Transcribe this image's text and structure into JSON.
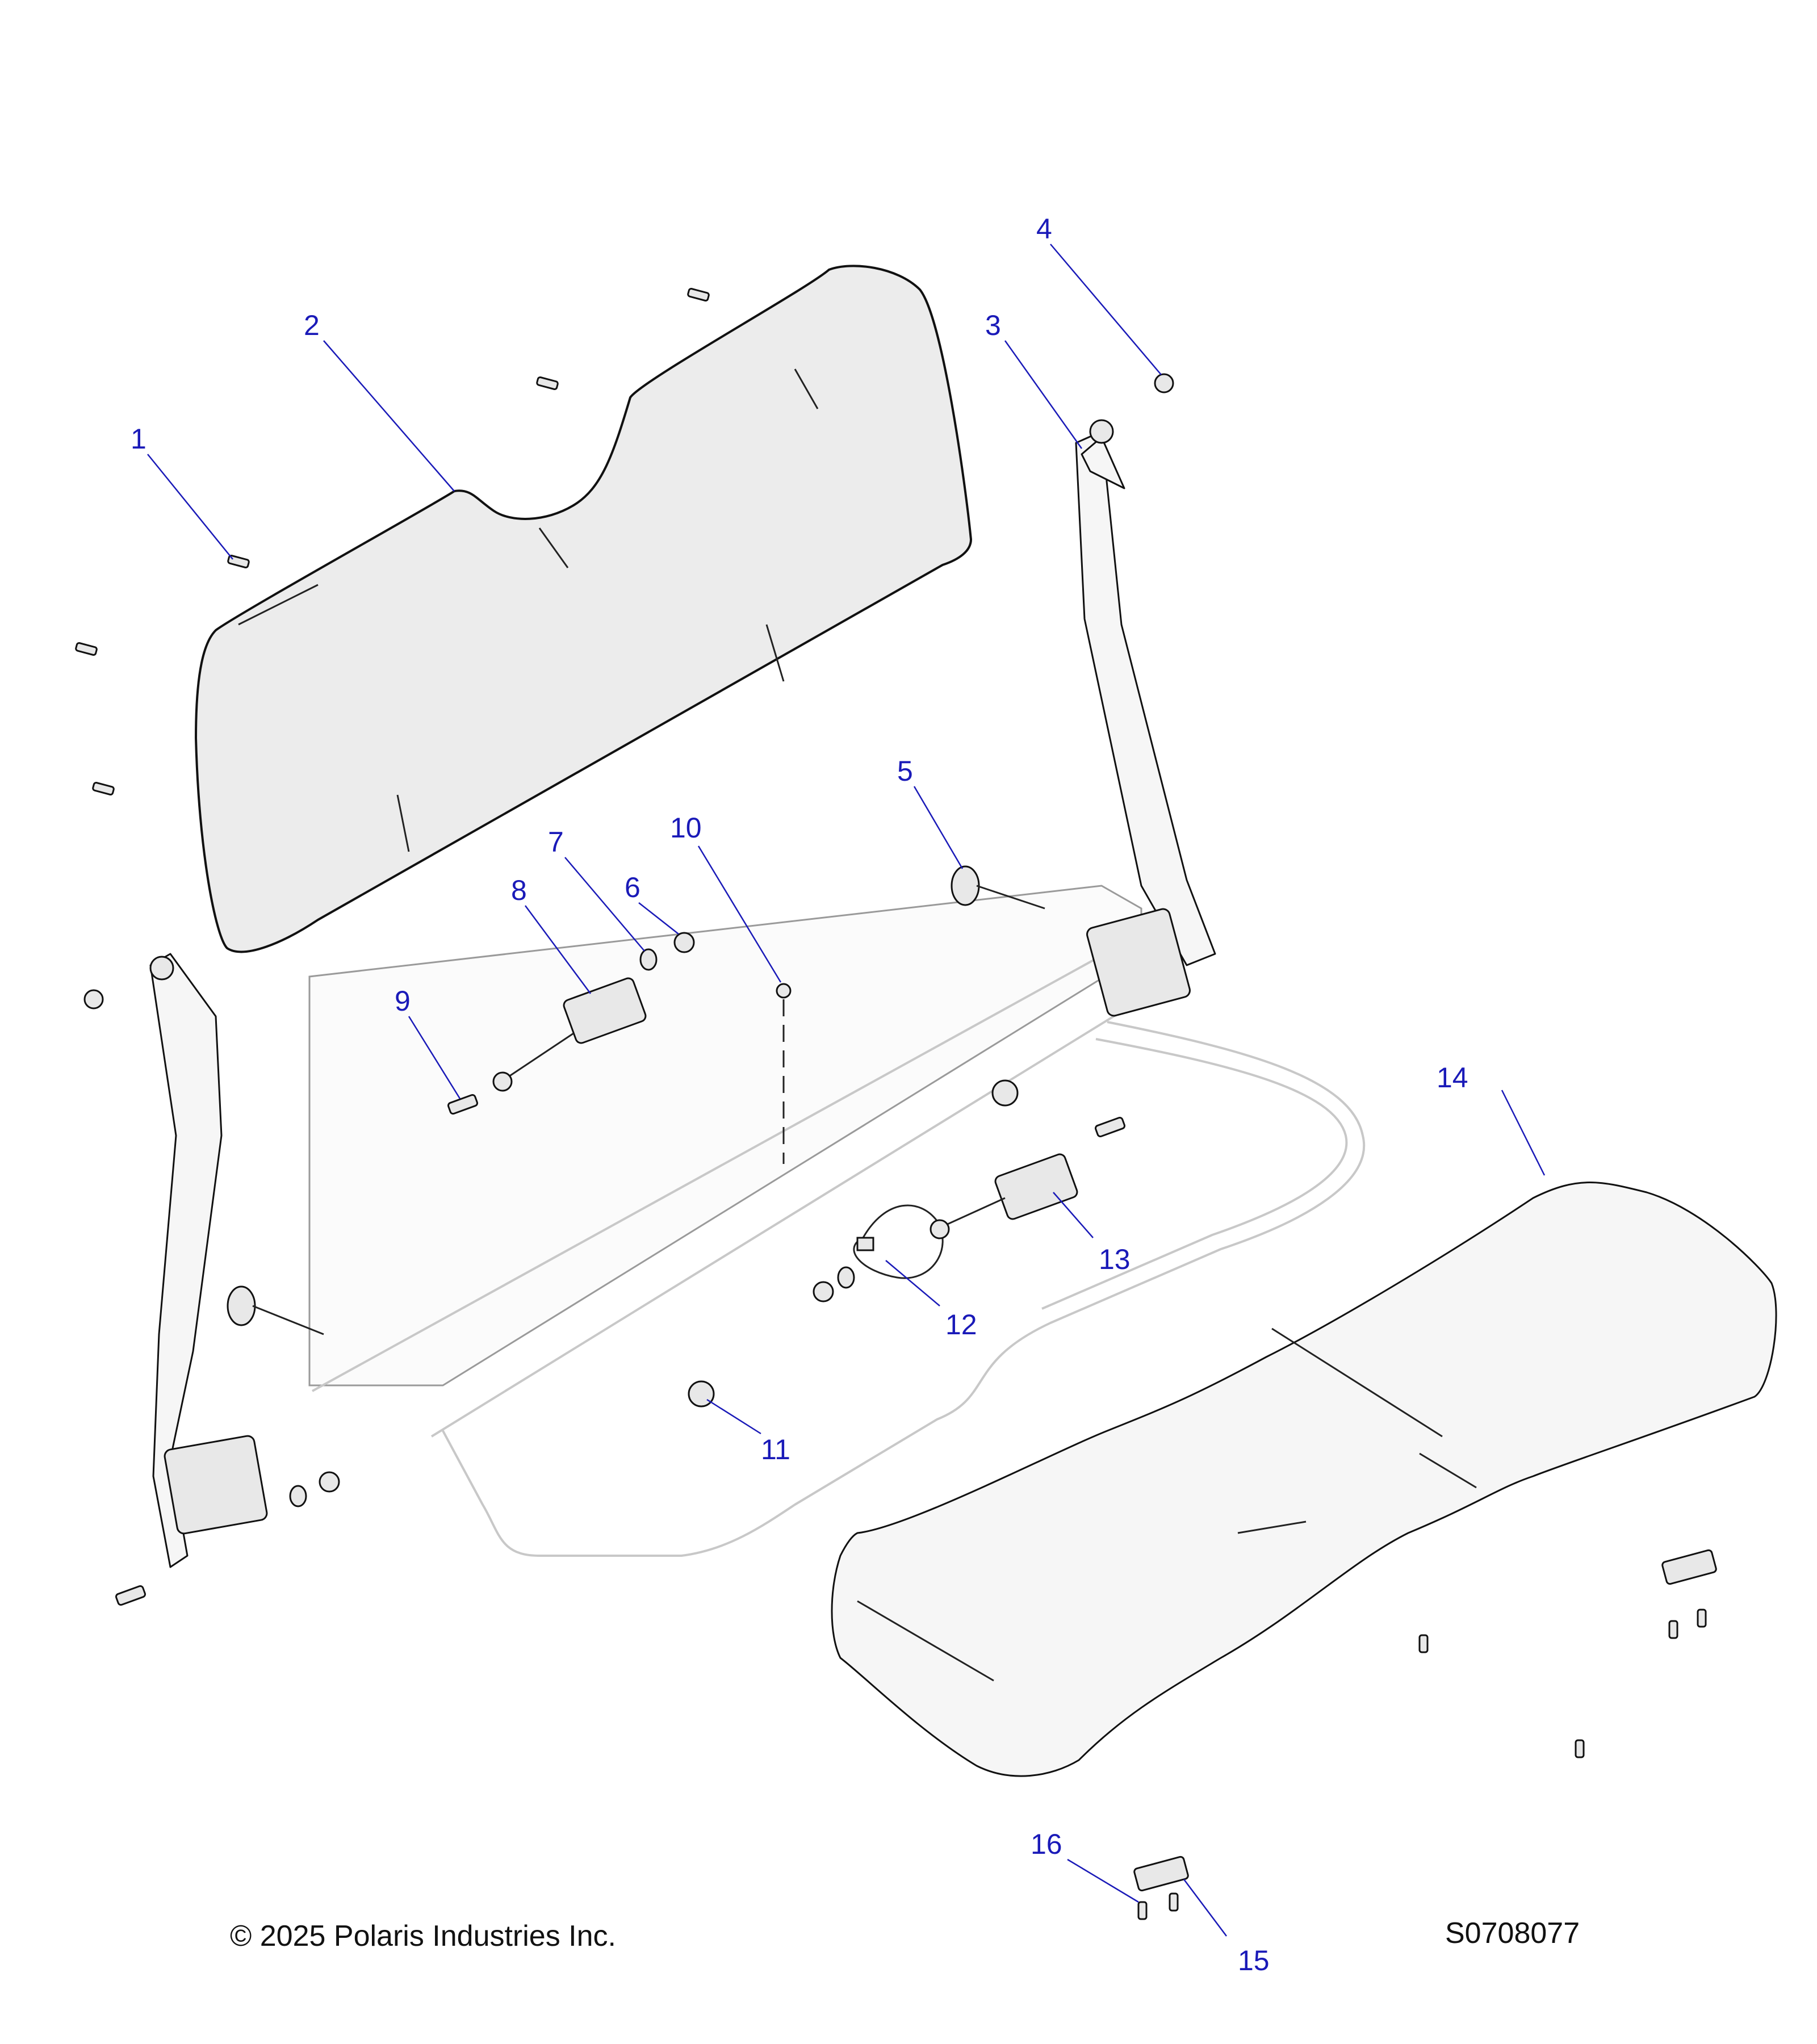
{
  "footer": {
    "copyright": "© 2025 Polaris Industries Inc.",
    "drawing_number": "S0708077"
  },
  "callouts": [
    "1",
    "2",
    "3",
    "4",
    "5",
    "6",
    "7",
    "8",
    "9",
    "10",
    "11",
    "12",
    "13",
    "14",
    "15",
    "16"
  ],
  "colors": {
    "callout": "#1a1ab8",
    "line": "#111111",
    "part_fill": "#ececec",
    "frame": "#c8c8c8"
  }
}
